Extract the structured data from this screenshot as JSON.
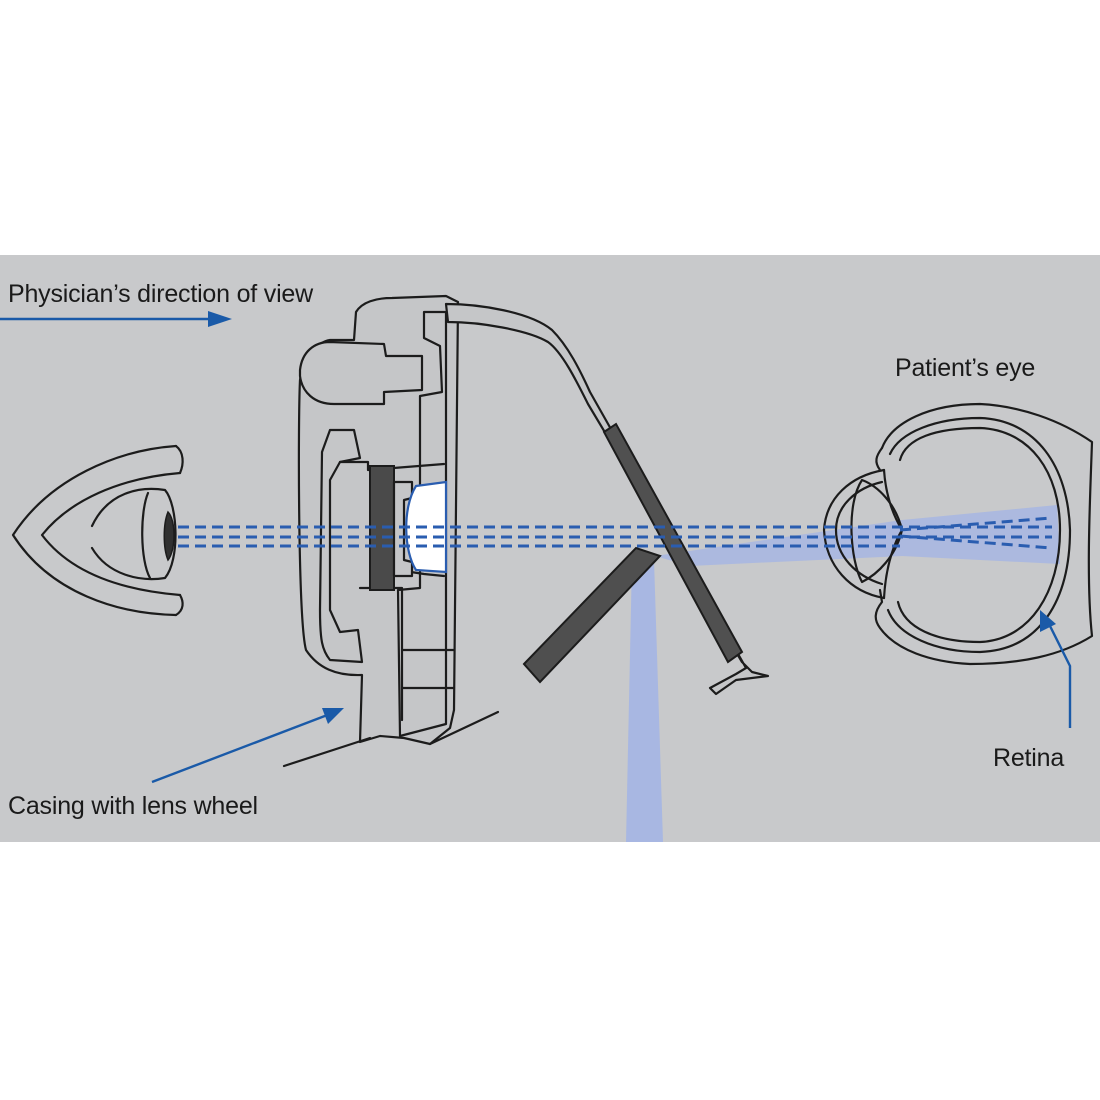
{
  "labels": {
    "view_direction": "Physician’s direction of view",
    "patient_eye": "Patient’s eye",
    "retina": "Retina",
    "casing": "Casing with lens wheel"
  },
  "colors": {
    "panel_background": "#c8c9cb",
    "page_background": "#ffffff",
    "outline": "#1c1c1c",
    "device_body": "#c5c6c8",
    "dark_part": "#555555",
    "lens_wheel": "#4a4a4a",
    "arrow_blue": "#1a5aa8",
    "ray_blue": "#2a5db0",
    "light_beam": "#a7b6e3"
  }
}
